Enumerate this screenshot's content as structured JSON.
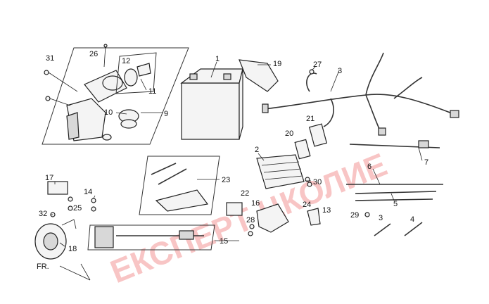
{
  "diagram": {
    "watermark": "ЕКСПЕРТ ЦКОЛИЕ",
    "direction_label": "FR.",
    "callouts": [
      {
        "id": "c1",
        "text": "1"
      },
      {
        "id": "c2",
        "text": "2"
      },
      {
        "id": "c3a",
        "text": "3"
      },
      {
        "id": "c3b",
        "text": "3"
      },
      {
        "id": "c4",
        "text": "4"
      },
      {
        "id": "c5",
        "text": "5"
      },
      {
        "id": "c6",
        "text": "6"
      },
      {
        "id": "c7",
        "text": "7"
      },
      {
        "id": "c9",
        "text": "9"
      },
      {
        "id": "c10",
        "text": "10"
      },
      {
        "id": "c11",
        "text": "11"
      },
      {
        "id": "c12",
        "text": "12"
      },
      {
        "id": "c13",
        "text": "13"
      },
      {
        "id": "c14",
        "text": "14"
      },
      {
        "id": "c15",
        "text": "15"
      },
      {
        "id": "c16",
        "text": "16"
      },
      {
        "id": "c17",
        "text": "17"
      },
      {
        "id": "c18",
        "text": "18"
      },
      {
        "id": "c19",
        "text": "19"
      },
      {
        "id": "c20",
        "text": "20"
      },
      {
        "id": "c21",
        "text": "21"
      },
      {
        "id": "c22",
        "text": "22"
      },
      {
        "id": "c23",
        "text": "23"
      },
      {
        "id": "c24",
        "text": "24"
      },
      {
        "id": "c25",
        "text": "25"
      },
      {
        "id": "c26",
        "text": "26"
      },
      {
        "id": "c27",
        "text": "27"
      },
      {
        "id": "c28",
        "text": "28"
      },
      {
        "id": "c29",
        "text": "29"
      },
      {
        "id": "c30",
        "text": "30"
      },
      {
        "id": "c31",
        "text": "31"
      },
      {
        "id": "c32",
        "text": "32"
      }
    ]
  }
}
